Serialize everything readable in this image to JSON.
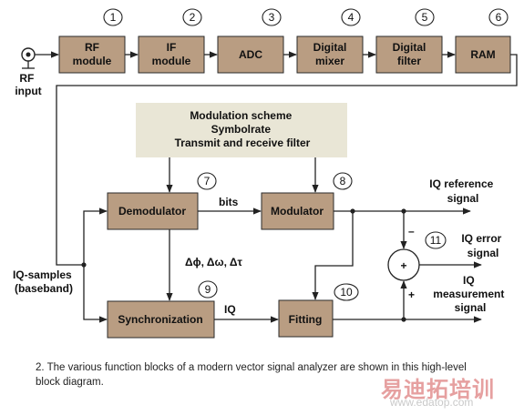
{
  "blocks": {
    "rf": [
      "RF",
      "module"
    ],
    "if": [
      "IF",
      "module"
    ],
    "adc": [
      "ADC"
    ],
    "mixer": [
      "Digital",
      "mixer"
    ],
    "filter": [
      "Digital",
      "filter"
    ],
    "ram": [
      "RAM"
    ],
    "demodulator": [
      "Demodulator"
    ],
    "modulator": [
      "Modulator"
    ],
    "synchronization": [
      "Synchronization"
    ],
    "fitting": [
      "Fitting"
    ]
  },
  "numbers": [
    "1",
    "2",
    "3",
    "4",
    "5",
    "6",
    "7",
    "8",
    "9",
    "10",
    "11"
  ],
  "config_box": [
    "Modulation scheme",
    "Symbolrate",
    "Transmit and receive filter"
  ],
  "labels": {
    "rf_input": [
      "RF",
      "input"
    ],
    "iq_samples": [
      "IQ-samples",
      "(baseband)"
    ],
    "bits": "bits",
    "iq": "IQ",
    "deltas": "Δϕ, Δω, Δτ",
    "iq_reference": [
      "IQ reference",
      "signal"
    ],
    "iq_error": [
      "IQ error",
      "signal"
    ],
    "iq_measurement": [
      "IQ",
      "measurement",
      "signal"
    ],
    "minus": "–",
    "plus_sign": "+",
    "sum": "+"
  },
  "caption": "2. The various function blocks of a modern vector signal analyzer are shown in this high-level block diagram.",
  "watermark": {
    "cn": "易迪拓培训",
    "url": "www.edatop.com"
  }
}
